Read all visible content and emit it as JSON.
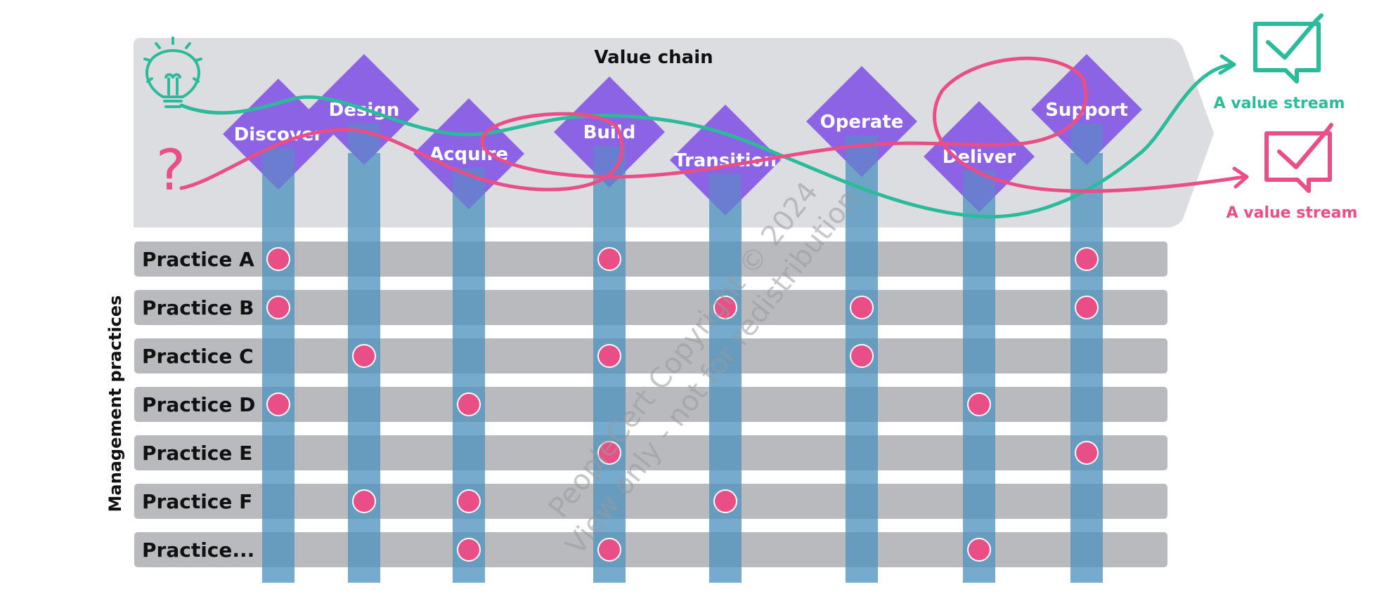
{
  "title": "Value chain",
  "axis_label": "Management practices",
  "activities": [
    "Discover",
    "Design",
    "Acquire",
    "Build",
    "Transition",
    "Operate",
    "Deliver",
    "Support"
  ],
  "practices": [
    {
      "label": "Practice A",
      "activities": [
        "Discover",
        "Build",
        "Support"
      ]
    },
    {
      "label": "Practice B",
      "activities": [
        "Discover",
        "Transition",
        "Operate",
        "Support"
      ]
    },
    {
      "label": "Practice C",
      "activities": [
        "Design",
        "Build",
        "Operate"
      ]
    },
    {
      "label": "Practice D",
      "activities": [
        "Discover",
        "Acquire",
        "Deliver"
      ]
    },
    {
      "label": "Practice E",
      "activities": [
        "Build",
        "Support"
      ]
    },
    {
      "label": "Practice F",
      "activities": [
        "Design",
        "Acquire",
        "Transition"
      ]
    },
    {
      "label": "Practice...",
      "activities": [
        "Acquire",
        "Build",
        "Deliver"
      ]
    }
  ],
  "streams": [
    {
      "label": "A value stream",
      "color": "#2bbb9b",
      "start_icon": "lightbulb-icon",
      "end_icon": "checked-speech-bubble-icon"
    },
    {
      "label": "A value stream",
      "color": "#e94f86",
      "start_icon": "question-mark-icon",
      "end_icon": "checked-speech-bubble-icon"
    }
  ],
  "watermark": [
    "PeopleCert Copyright © 2024",
    "View only - not for redistribution"
  ],
  "colors": {
    "chain_band": "#dcdde0",
    "practice_bar": "#b9babe",
    "activity_diamond": "#8c63e4",
    "activity_column": "#4f93bf",
    "intersection_dot": "#e94f86",
    "teal": "#2bbb9b",
    "pink": "#e94f86"
  }
}
